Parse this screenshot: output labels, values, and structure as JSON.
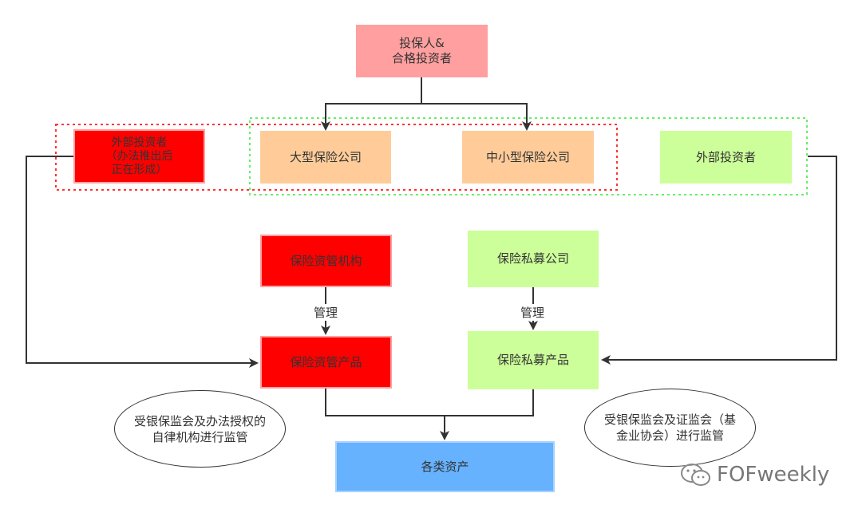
{
  "nodes": {
    "policyholder": "投保人&\n合格投资者",
    "external_investor_left": "外部投资者\n（办法推出后\n正在形成）",
    "large_insurer": "大型保险公司",
    "small_insurer": "中小型保险公司",
    "external_investor_right": "外部投资者",
    "insurance_am_institution": "保险资管机构",
    "insurance_private_company": "保险私募公司",
    "insurance_am_product": "保险资管产品",
    "insurance_private_product": "保险私募产品",
    "assets": "各类资产"
  },
  "edge_labels": {
    "manage_left": "管理",
    "manage_right": "管理"
  },
  "notes": {
    "left": "受银保监会及办法授权的\n自律机构进行监管",
    "right": "受银保监会及证监会（基\n金业协会）进行监管"
  },
  "watermark": "FOFweekly",
  "colors": {
    "pink": "#ff9f9f",
    "peach": "#ffcc99",
    "red": "#ff0000",
    "green": "#ccff99",
    "blue": "#66b2ff",
    "dotted_red": "#ff3333",
    "dotted_green": "#66ee66"
  }
}
